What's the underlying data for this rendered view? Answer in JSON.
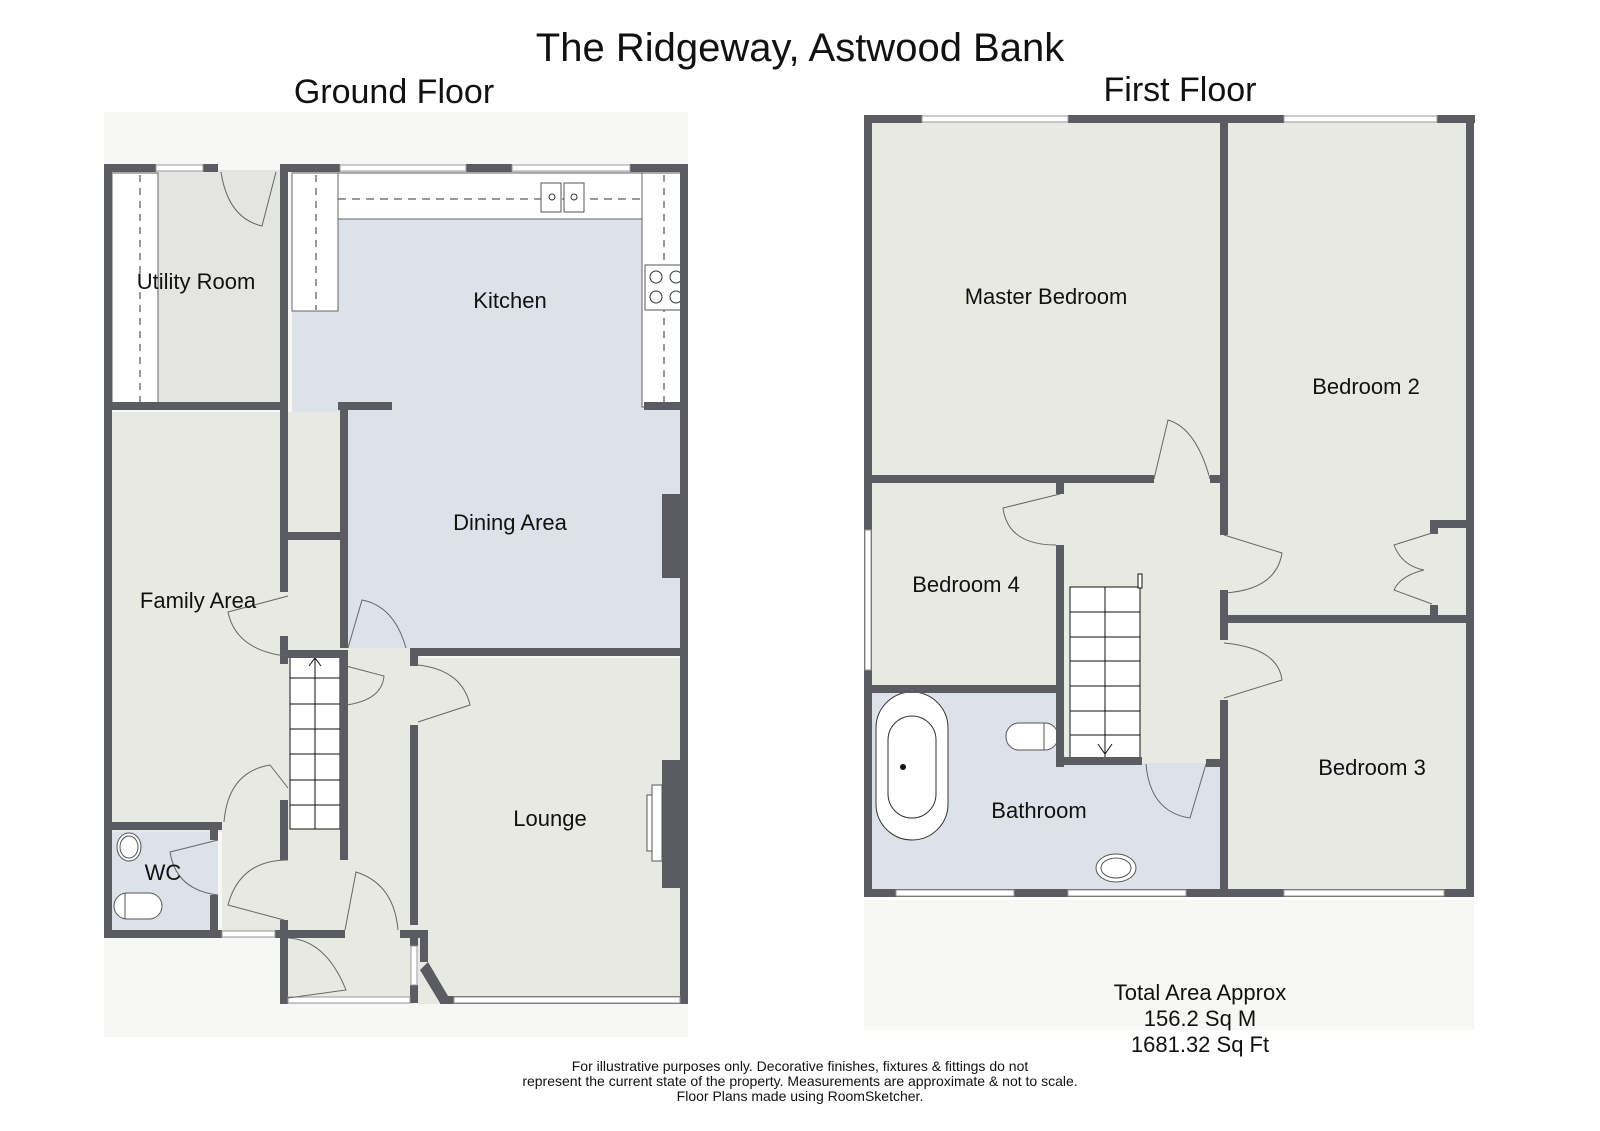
{
  "title": "The Ridgeway, Astwood Bank",
  "floors": [
    {
      "name": "Ground Floor",
      "rooms": [
        {
          "label": "Utility Room"
        },
        {
          "label": "Kitchen"
        },
        {
          "label": "Dining Area"
        },
        {
          "label": "Family Area"
        },
        {
          "label": "WC"
        },
        {
          "label": "Lounge"
        }
      ]
    },
    {
      "name": "First Floor",
      "rooms": [
        {
          "label": "Master Bedroom"
        },
        {
          "label": "Bedroom 2"
        },
        {
          "label": "Bedroom 4"
        },
        {
          "label": "Bathroom"
        },
        {
          "label": "Bedroom 3"
        }
      ]
    }
  ],
  "total_area": {
    "heading": "Total Area Approx",
    "sq_m": "156.2 Sq M",
    "sq_ft": "1681.32 Sq Ft"
  },
  "disclaimer": {
    "line1": "For illustrative purposes only. Decorative finishes, fixtures & fittings do not",
    "line2": "represent the current state of the property. Measurements are approximate & not to scale.",
    "line3": "Floor Plans made using RoomSketcher."
  },
  "colors": {
    "wall": "#5a5c61",
    "floor_grey": "#e9e9e4",
    "floor_blue": "#dde2ea",
    "utility": "#e4e4e2"
  }
}
